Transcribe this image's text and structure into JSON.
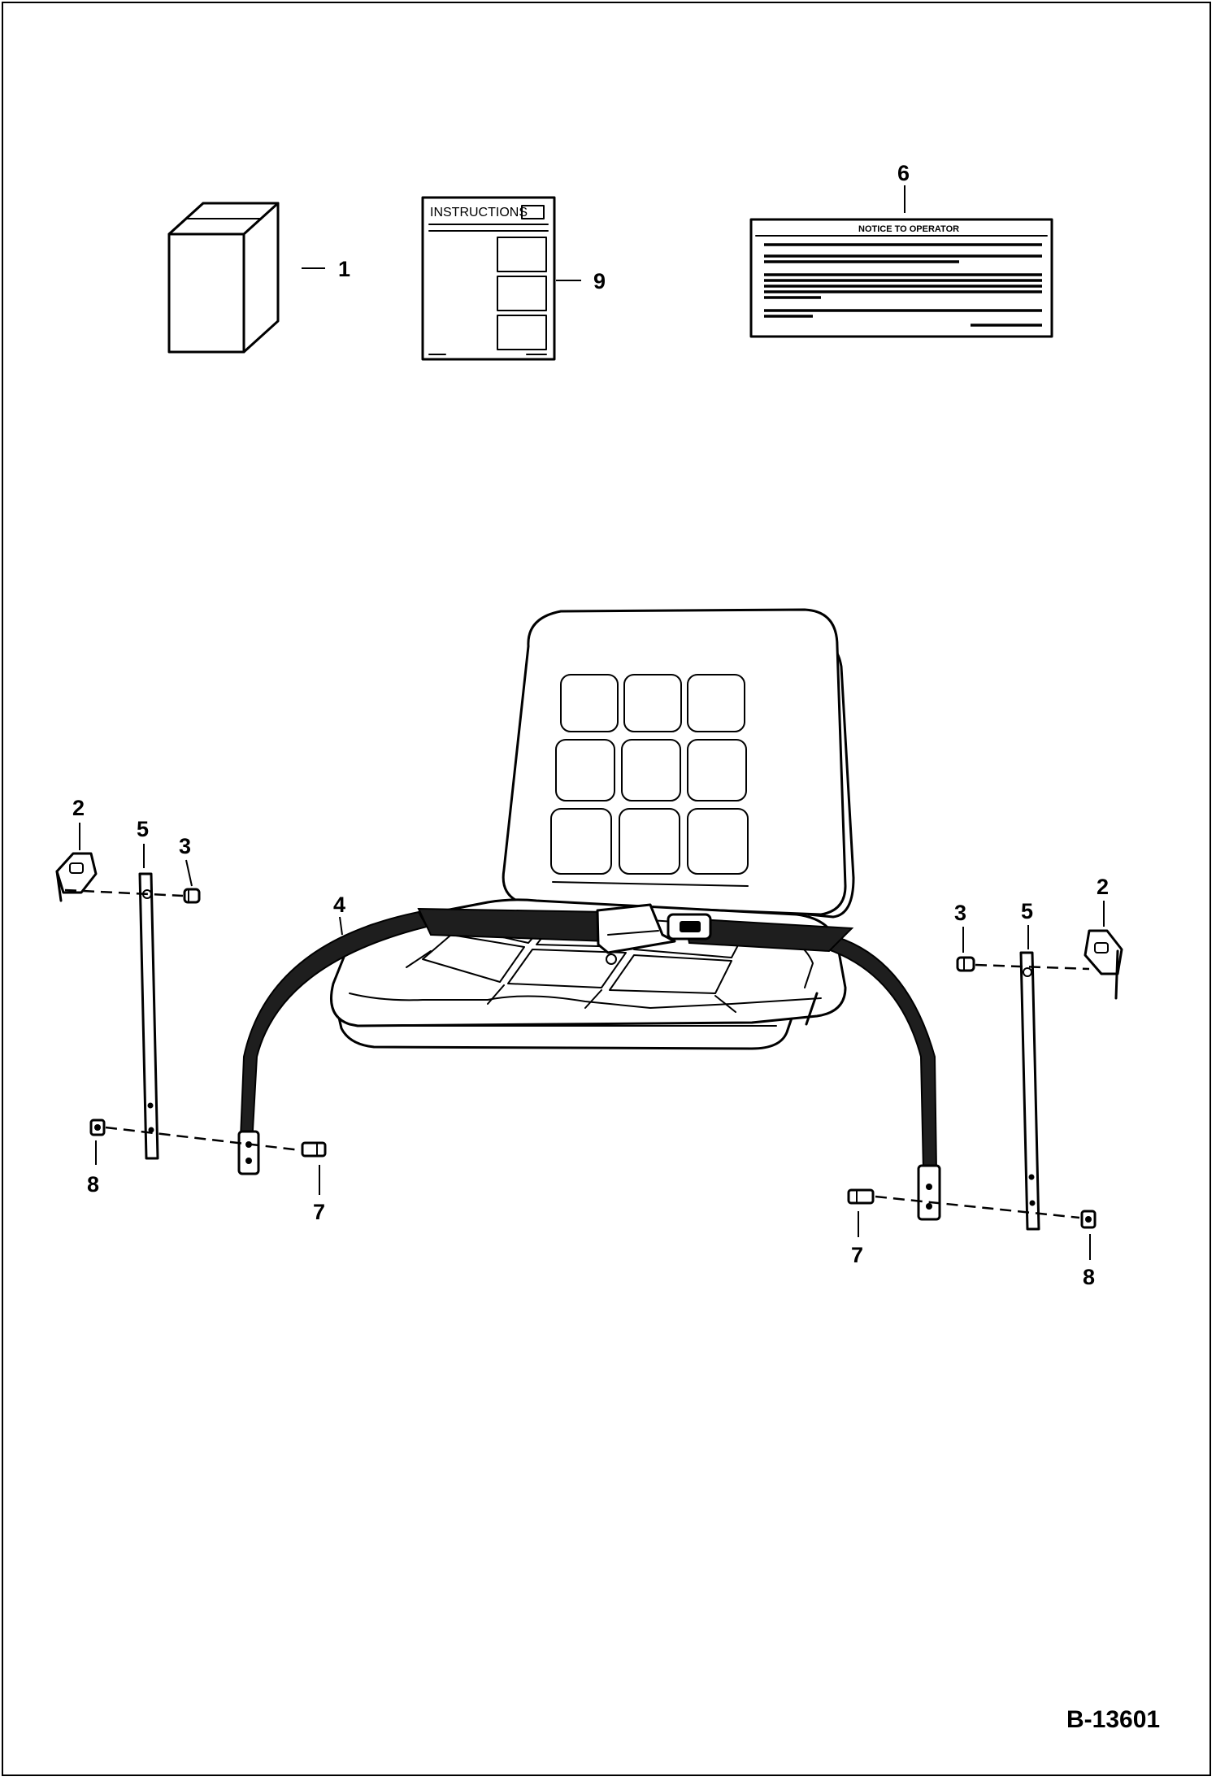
{
  "figure_id": "B-13601",
  "callouts": {
    "c1": "1",
    "c9": "9",
    "c6": "6",
    "c2_left": "2",
    "c5_left": "5",
    "c3_left": "3",
    "c4": "4",
    "c8_left": "8",
    "c7_left": "7",
    "c3_right": "3",
    "c5_right": "5",
    "c2_right": "2",
    "c7_right": "7",
    "c8_right": "8"
  },
  "instructions_sheet": {
    "title": "INSTRUCTIONS"
  },
  "decal": {
    "title": "NOTICE TO OPERATOR"
  },
  "colors": {
    "ink": "#000000",
    "paper": "#ffffff"
  }
}
